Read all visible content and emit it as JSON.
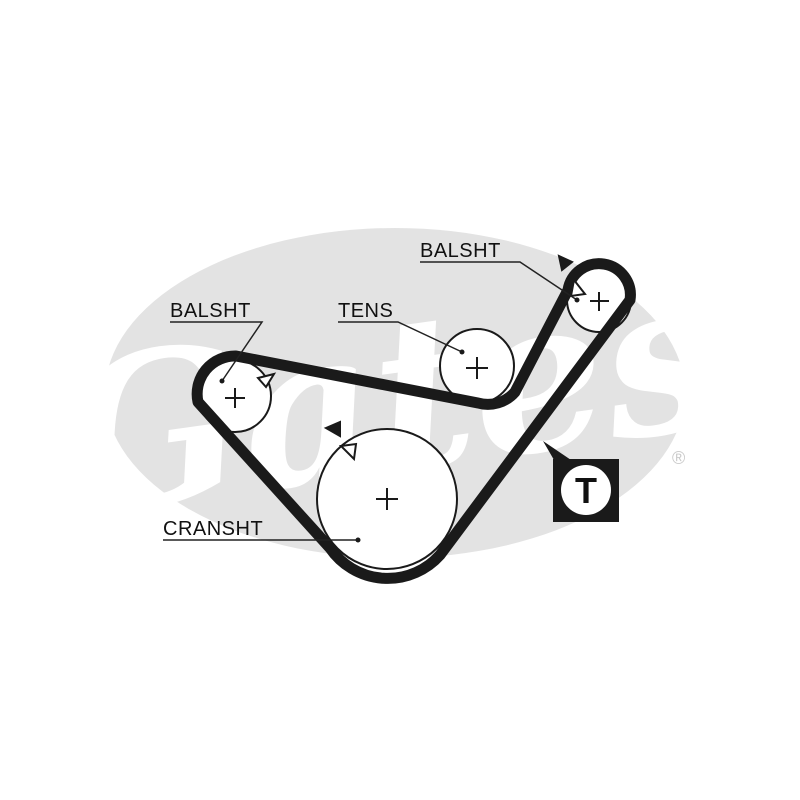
{
  "labels": {
    "balsht_top": "BALSHT",
    "balsht_left": "BALSHT",
    "tens": "TENS",
    "cranksht": "CRANSHT"
  },
  "tool_badge": "T",
  "watermark": {
    "brand_logo": "Gates",
    "registered_mark": "®"
  },
  "colors": {
    "belt": "#1a1a1a",
    "watermark_fill": "#e3e3e3",
    "watermark_text": "#ffffff",
    "line": "#222222"
  }
}
